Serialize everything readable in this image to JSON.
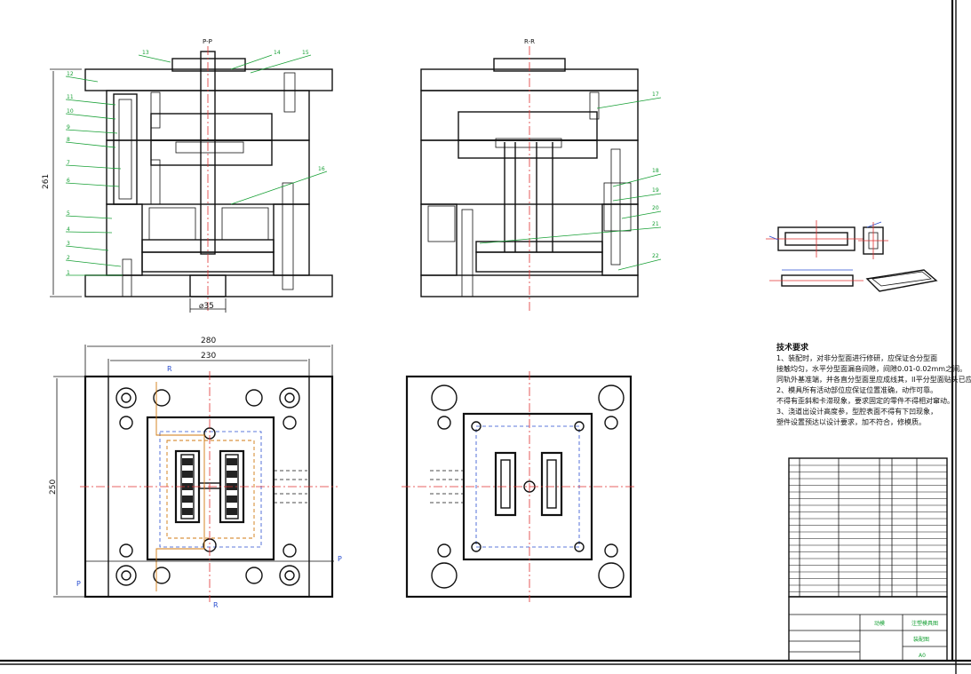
{
  "views": {
    "section_pp": "P-P",
    "section_rr": "R-R"
  },
  "callouts_left": [
    "1",
    "2",
    "3",
    "4",
    "5",
    "6",
    "7",
    "8",
    "9",
    "10",
    "11",
    "12"
  ],
  "callouts_top": [
    "13",
    "14",
    "15"
  ],
  "callouts_right": [
    "16",
    "17",
    "18",
    "19",
    "20",
    "21",
    "22"
  ],
  "dimensions": {
    "height": "261",
    "bore": "⌀35",
    "width_outer": "280",
    "width_inner": "230",
    "depth": "250"
  },
  "plan_marks": {
    "r": "R",
    "p": "P"
  },
  "tech_notes": {
    "heading": "技术要求",
    "lines": [
      "1、装配时，对非分型面进行修研，应保证合分型面",
      "接触均匀，水平分型面漏音间隙，间隙0.01-0.02mm之间。",
      "同轨外基准端，并各直分型面里应成线其，II平分型面贴头已应对可。",
      "2、模具所有活动部位应保证位置准确，动作可靠。",
      "不得有歪斜和卡滞现象，要求固定的零件不得相对窜动。",
      "3、浇道出设计高度参，型腔表面不得有下凹现象，",
      "塑件设置预达以设计要求，加不符合，修模质。"
    ]
  },
  "title_block": {
    "name": "动模",
    "drawing": "注塑模具图",
    "material": "装配图",
    "scale": "A0"
  },
  "colors": {
    "line": "#111111",
    "centerline": "#e03030",
    "bom_text": "#17a035",
    "marker": "#2a4fd0",
    "insert": "#d07a10"
  }
}
